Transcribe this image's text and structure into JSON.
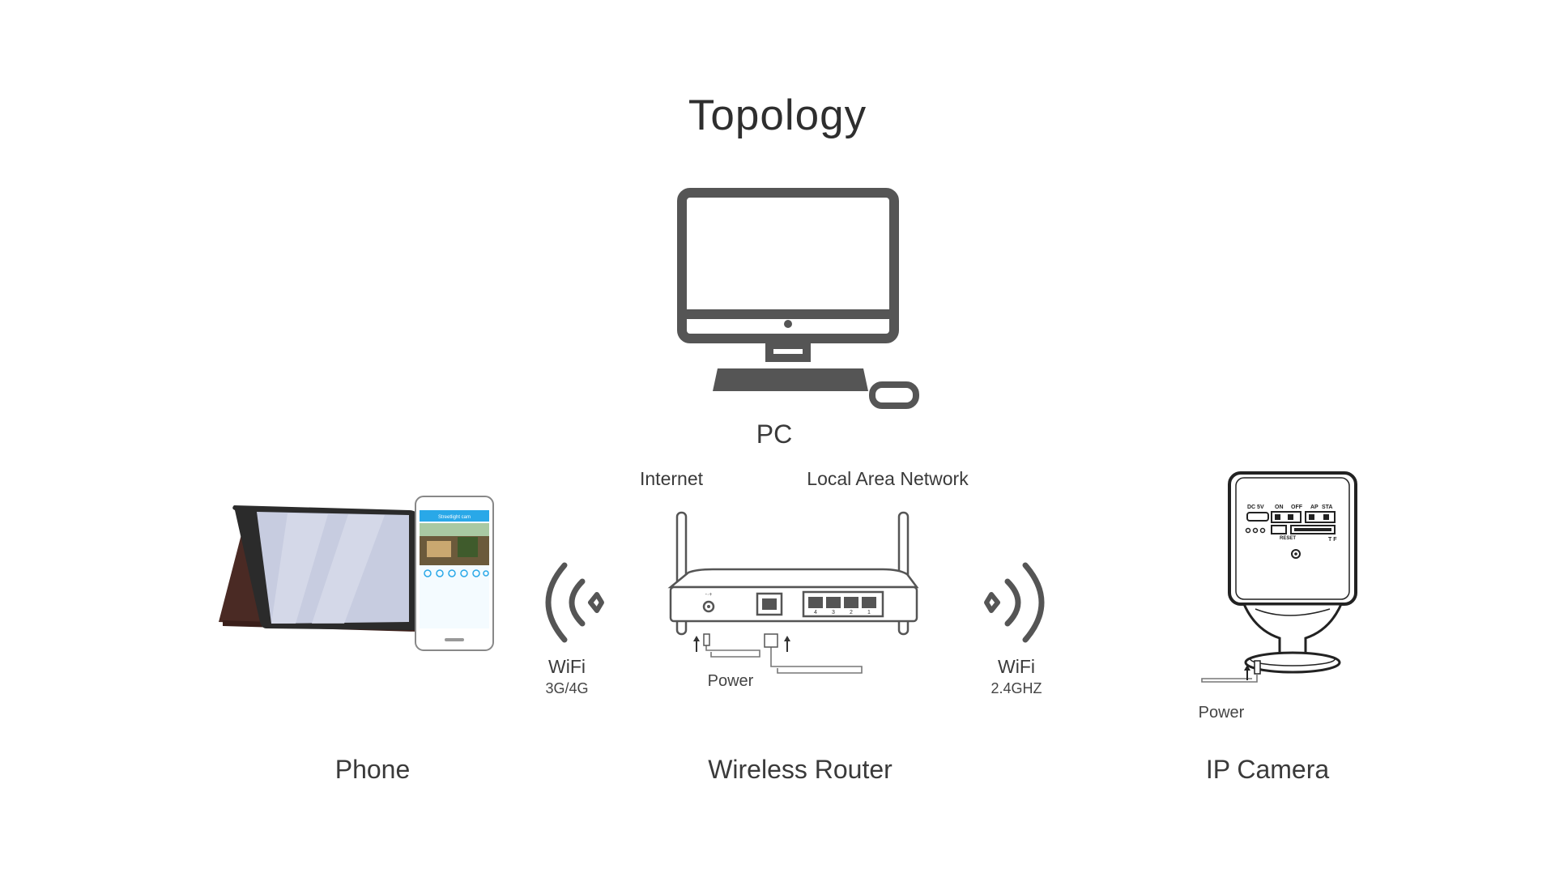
{
  "title": "Topology",
  "pc": {
    "label": "PC",
    "icon": "desktop-computer-icon"
  },
  "links": {
    "internet": "Internet",
    "lan": "Local Area Network",
    "wifi_left": {
      "label": "WiFi",
      "band": "3G/4G"
    },
    "wifi_right": {
      "label": "WiFi",
      "band": "2.4GHZ"
    }
  },
  "phone": {
    "label": "Phone",
    "app_title": "Streetlight cam"
  },
  "router": {
    "label": "Wireless Router",
    "power": "Power",
    "lan_ports": [
      "4",
      "3",
      "2",
      "1"
    ]
  },
  "camera": {
    "label": "IP Camera",
    "power": "Power",
    "panel": {
      "dc": "DC 5V",
      "on": "ON",
      "off": "OFF",
      "ap": "AP",
      "sta": "STA",
      "reset": "RESET",
      "tf": "T F"
    }
  },
  "colors": {
    "icon_gray": "#555555",
    "line_gray": "#4a4a4a",
    "tablet_case": "#4a2a24",
    "screen": "#c7cce0",
    "app_header": "#29a8e8"
  }
}
